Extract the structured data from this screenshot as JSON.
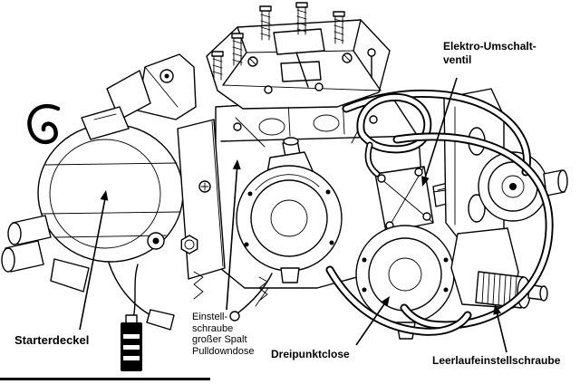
{
  "figure": {
    "background": "#ffffff",
    "ink": "#000000"
  },
  "annotations": {
    "elektro_umschaltventil": {
      "line1": "Elektro-Umschalt-",
      "line2": "ventil"
    },
    "starterdeckel": {
      "text": "Starterdeckel"
    },
    "einstellschraube_pulldown": {
      "line1": "Einstell-",
      "line2": "schraube",
      "line3": "großer Spalt",
      "line4": "Pulldowndose"
    },
    "dreipunktdose": {
      "text": "Dreipunktclose"
    },
    "leerlaufeinstellschraube": {
      "text": "Leerlaufeinstellschraube"
    }
  }
}
